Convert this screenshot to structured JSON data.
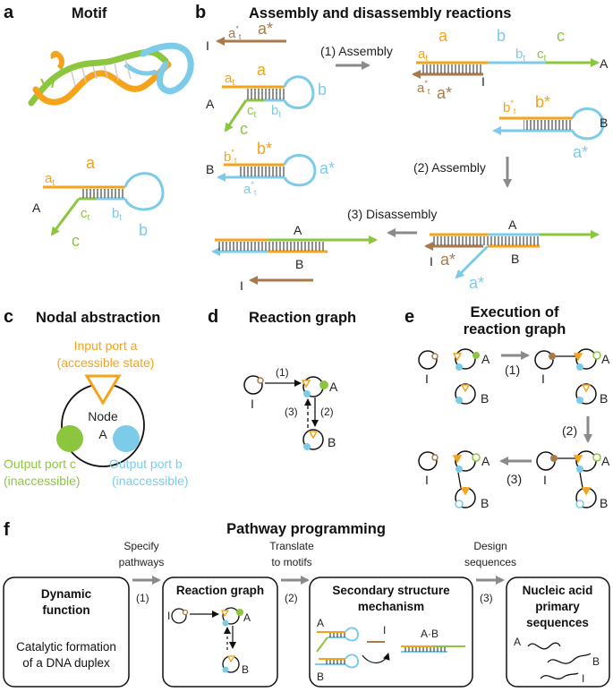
{
  "colors": {
    "orange": "#f5a31a",
    "green": "#8cc63f",
    "blue": "#7ccbe8",
    "brown": "#a87a4a",
    "gray": "#8a8a8a"
  },
  "panels": {
    "a": {
      "letter": "a",
      "title": "Motif",
      "strand_A": "A",
      "a": "a",
      "at": "a",
      "at_sub": "t",
      "c": "c",
      "ct": "c",
      "ct_sub": "t",
      "b": "b",
      "bt": "b",
      "bt_sub": "t"
    },
    "b": {
      "letter": "b",
      "title": "Assembly and disassembly reactions",
      "step1": "(1) Assembly",
      "step2": "(2) Assembly",
      "step3": "(3) Disassembly",
      "I": "I",
      "A": "A",
      "B": "B",
      "a": "a",
      "b": "b",
      "c": "c",
      "astar": "a*",
      "bstar": "b*",
      "t": "t",
      "star": "*"
    },
    "c": {
      "letter": "c",
      "title": "Nodal abstraction",
      "input_line1": "Input port a",
      "input_line2": "(accessible state)",
      "node": "Node",
      "node_A": "A",
      "out_c_line1": "Output port c",
      "out_c_line2": "(inaccessible)",
      "out_b_line1": "Output port b",
      "out_b_line2": "(inaccessible)"
    },
    "d": {
      "letter": "d",
      "title": "Reaction graph",
      "s1": "(1)",
      "s2": "(2)",
      "s3": "(3)",
      "I": "I",
      "A": "A",
      "B": "B"
    },
    "e": {
      "letter": "e",
      "title_line1": "Execution of",
      "title_line2": "reaction graph",
      "s1": "(1)",
      "s2": "(2)",
      "s3": "(3)",
      "I": "I",
      "A": "A",
      "B": "B"
    },
    "f": {
      "letter": "f",
      "title": "Pathway programming",
      "arrow1_line1": "Specify",
      "arrow1_line2": "pathways",
      "arrow1_num": "(1)",
      "arrow2_line1": "Translate",
      "arrow2_line2": "to motifs",
      "arrow2_num": "(2)",
      "arrow3_line1": "Design",
      "arrow3_line2": "sequences",
      "arrow3_num": "(3)",
      "box1_title_line1": "Dynamic",
      "box1_title_line2": "function",
      "box1_text_line1": "Catalytic formation",
      "box1_text_line2": "of a DNA duplex",
      "box2_title": "Reaction graph",
      "box3_title_line1": "Secondary structure",
      "box3_title_line2": "mechanism",
      "box3_AB": "A·B",
      "box4_title_line1": "Nucleic acid",
      "box4_title_line2": "primary",
      "box4_title_line3": "sequences",
      "I": "I",
      "A": "A",
      "B": "B"
    }
  }
}
